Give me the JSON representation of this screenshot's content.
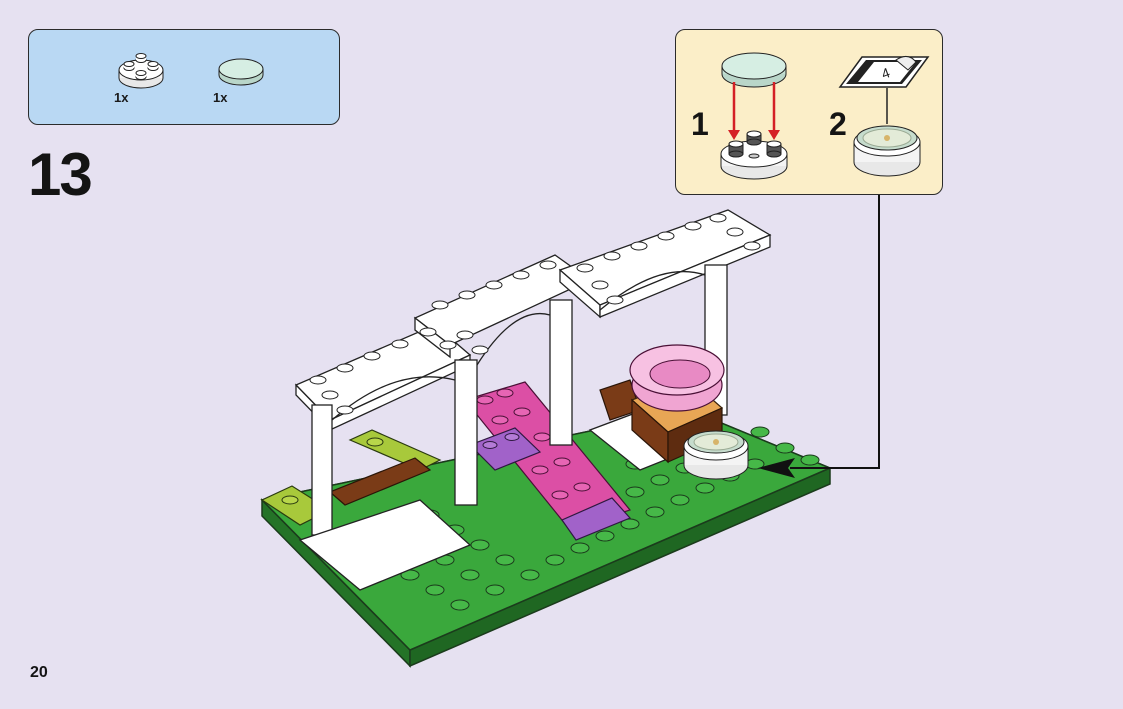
{
  "parts_callout": {
    "items": [
      {
        "icon": "round-plate-2x2-with-hole-white-icon",
        "quantity": "1x",
        "color": "#ffffff"
      },
      {
        "icon": "round-tile-2x2-light-aqua-icon",
        "quantity": "1x",
        "color": "#cfe9dc"
      }
    ]
  },
  "step": {
    "number": "13"
  },
  "sub_assembly": {
    "steps": [
      {
        "number": "1"
      },
      {
        "number": "2"
      }
    ],
    "sticker_label": "4"
  },
  "page": {
    "number": "20"
  },
  "colors": {
    "background": "#e6e1f1",
    "parts_box": "#b9d8f3",
    "sub_box": "#fbeec8",
    "baseplate_green": "#3aa83c",
    "pink_plate": "#dc4fa5",
    "purple_plate": "#a162c9",
    "lime_plate": "#a8c93b",
    "brown_brick": "#7a3b17",
    "arrow_red": "#d42026"
  }
}
